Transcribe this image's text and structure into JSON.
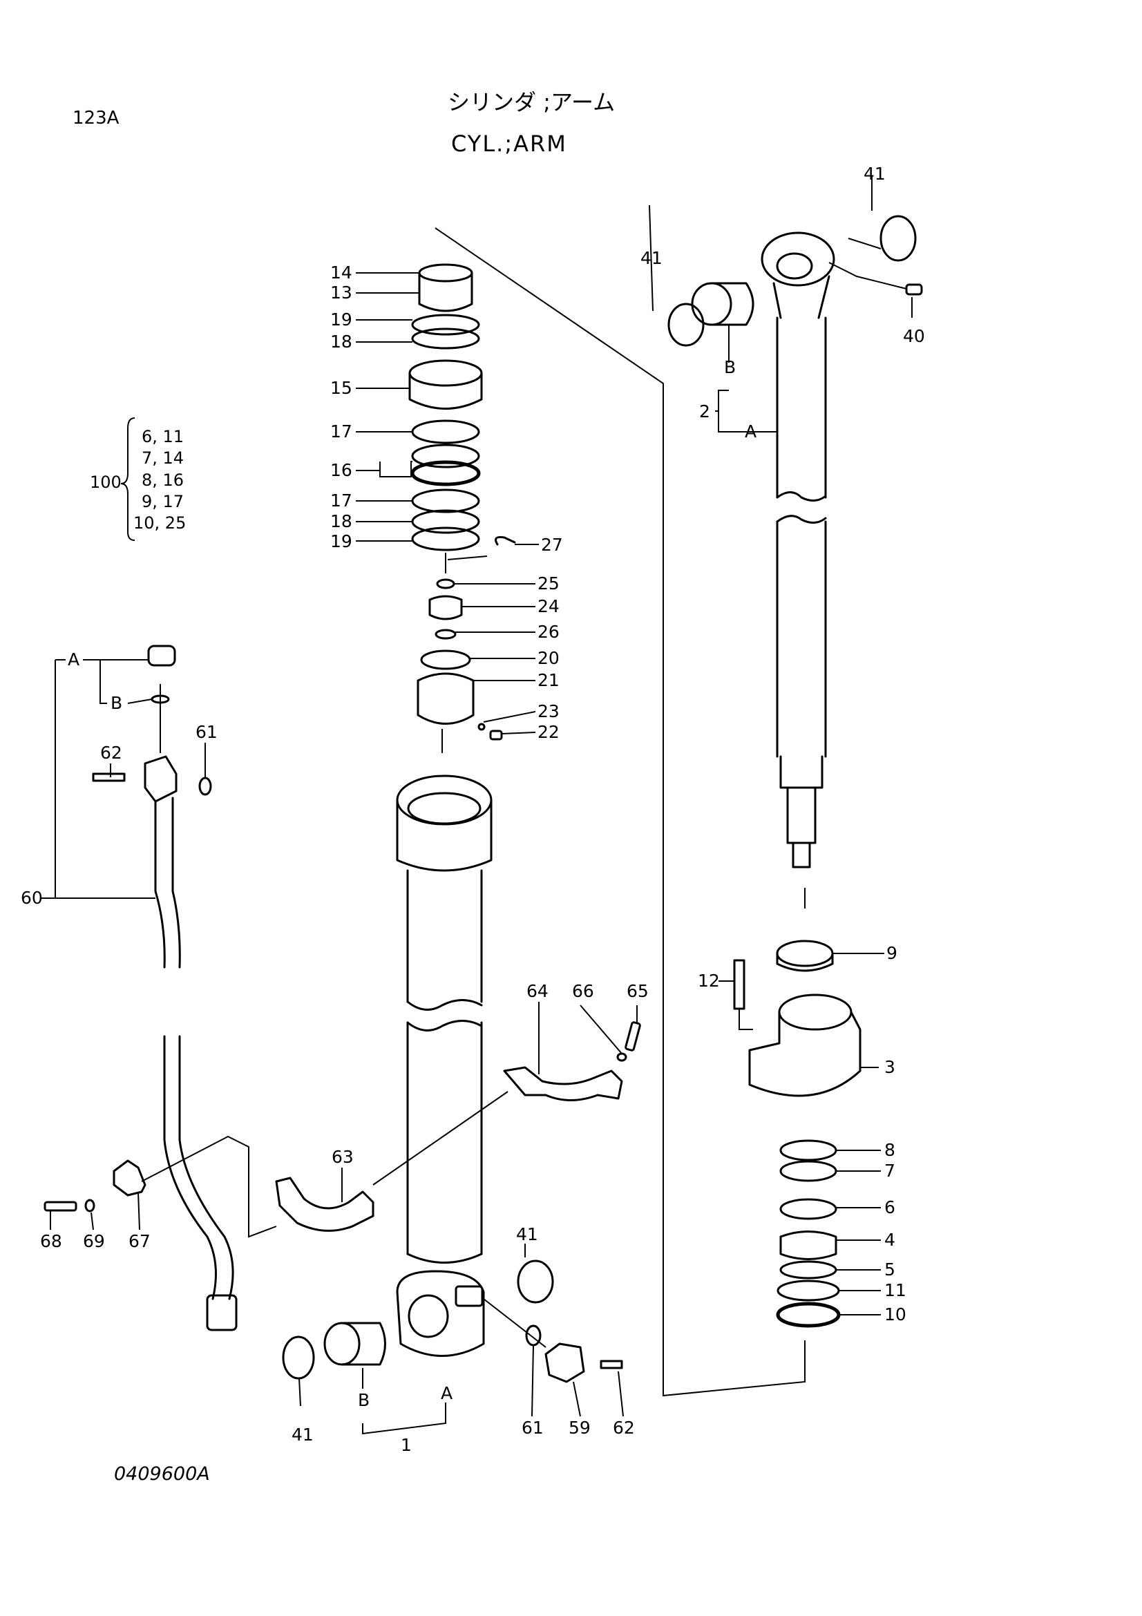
{
  "header": {
    "page_code": "123A",
    "title_jp": "シリンダ ;アーム",
    "title_en": "CYL.;ARM"
  },
  "footer": {
    "drawing_number": "0409600A"
  },
  "kit": {
    "number": "100",
    "pairs": [
      "6, 11",
      "7, 14",
      "8, 16",
      "9, 17",
      "10, 25"
    ]
  },
  "callouts": {
    "n1": "1",
    "n2": "2",
    "n3": "3",
    "n4": "4",
    "n5": "5",
    "n6": "6",
    "n7": "7",
    "n8": "8",
    "n9": "9",
    "n10": "10",
    "n11": "11",
    "n12": "12",
    "n13": "13",
    "n14": "14",
    "n15": "15",
    "n16": "16",
    "n17": "17",
    "n18": "18",
    "n19": "19",
    "n20": "20",
    "n21": "21",
    "n22": "22",
    "n23": "23",
    "n24": "24",
    "n25": "25",
    "n26": "26",
    "n27": "27",
    "n40": "40",
    "n41": "41",
    "n59": "59",
    "n60": "60",
    "n61": "61",
    "n62": "62",
    "n63": "63",
    "n64": "64",
    "n65": "65",
    "n66": "66",
    "n67": "67",
    "n68": "68",
    "n69": "69",
    "a": "A",
    "b": "B"
  }
}
